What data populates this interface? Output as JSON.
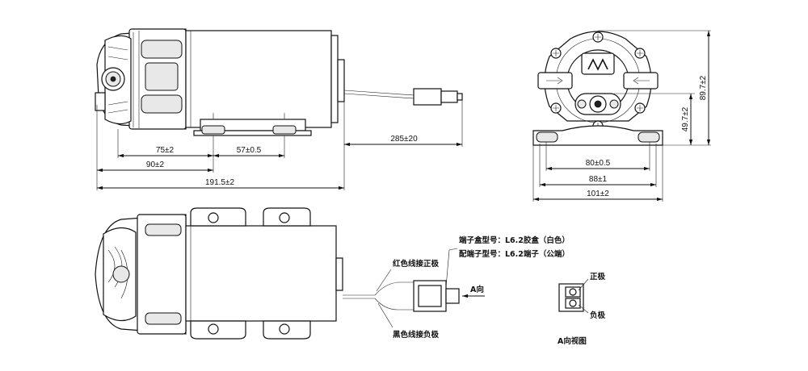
{
  "dimensions": {
    "side": {
      "d_75": "75±2",
      "d_57": "57±0.5",
      "d_285": "285±20",
      "d_90": "90±2",
      "d_191": "191.5±2"
    },
    "front": {
      "d_80": "80±0.5",
      "d_88": "88±1",
      "d_101": "101±2",
      "d_49": "49.7±2",
      "d_89": "89.7±2"
    }
  },
  "annotations": {
    "terminal_box": "端子盒型号：L6.2胶盒（白色）",
    "terminal_pin": "配端子型号：L6.2端子（公端）",
    "red_wire": "红色线接正极",
    "black_wire": "黑色线接负极",
    "direction_a": "A向",
    "positive": "正极",
    "negative": "负极",
    "view_a": "A向视图"
  }
}
